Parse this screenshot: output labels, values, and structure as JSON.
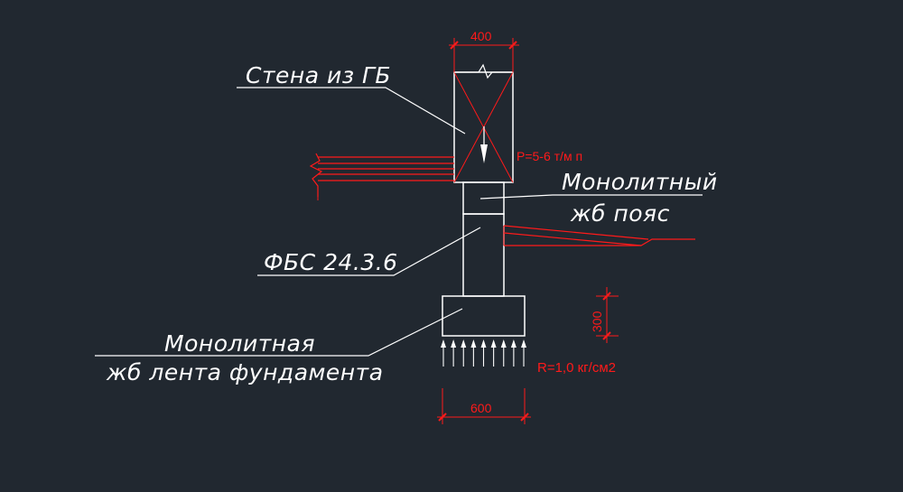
{
  "labels": {
    "wall": "Стена из ГБ",
    "belt_line1": "Монолитный",
    "belt_line2": "жб пояс",
    "fbs": "ФБС 24.3.6",
    "footing_line1": "Монолитная",
    "footing_line2": "жб лента фундамента"
  },
  "dimensions": {
    "wall_width": "400",
    "footing_height": "300",
    "footing_width": "600"
  },
  "loads": {
    "wall_load": "P=5-6 т/м п",
    "soil_pressure": "R=1,0 кг/см2"
  },
  "colors": {
    "background": "#212830",
    "linework": "#ffffff",
    "dimensions": "#ff1a1a"
  }
}
